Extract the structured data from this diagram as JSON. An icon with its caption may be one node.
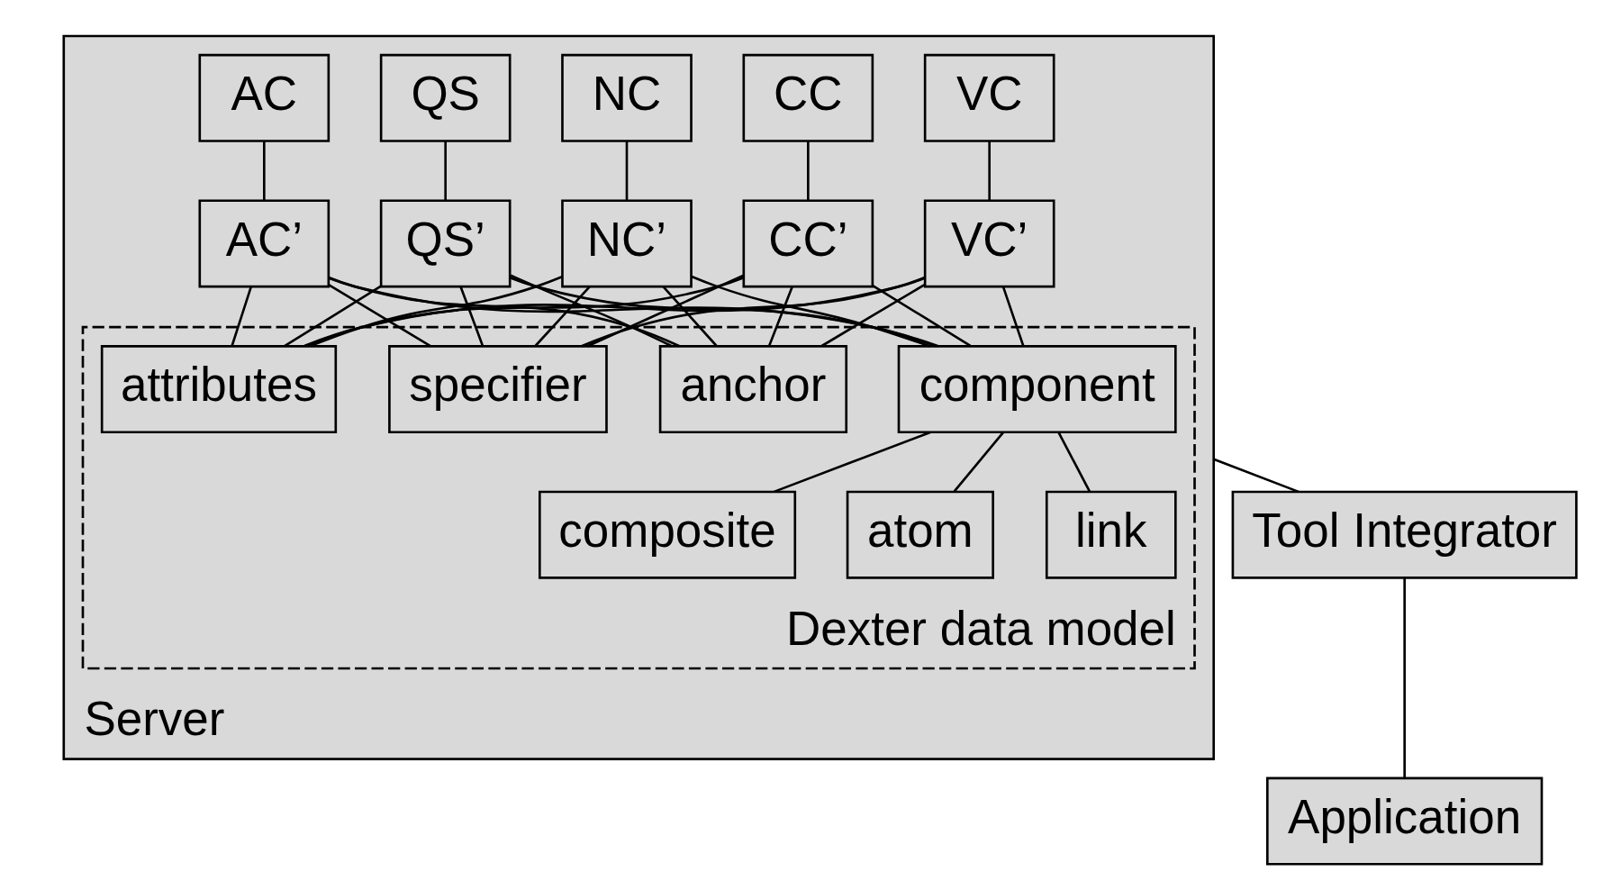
{
  "diagram": {
    "nodes": [
      {
        "text": [
          "Server"
        ]
      },
      {
        "text": [
          "Dexter data model"
        ],
        "in": 0
      },
      {
        "text": [
          "VC"
        ],
        "in": 0
      },
      {
        "text": [
          "CC"
        ],
        "in": 0
      },
      {
        "text": [
          "NC"
        ],
        "in": 0
      },
      {
        "text": [
          "QS"
        ],
        "in": 0
      },
      {
        "text": [
          "AC"
        ],
        "in": 0
      },
      {
        "text": [
          "VC’"
        ],
        "in": 0
      },
      {
        "text": [
          "CC’"
        ],
        "in": 0
      },
      {
        "text": [
          "NC’"
        ],
        "in": 0
      },
      {
        "text": [
          "QS’"
        ],
        "in": 0
      },
      {
        "text": [
          "AC’"
        ],
        "in": 0
      },
      {
        "text": [
          "component"
        ],
        "in": 1
      },
      {
        "text": [
          "anchor"
        ],
        "in": 1
      },
      {
        "text": [
          "specifier"
        ],
        "in": 1
      },
      {
        "text": [
          "attributes"
        ],
        "in": 1
      },
      {
        "text": [
          "atom"
        ],
        "in": 1
      },
      {
        "text": [
          "link"
        ],
        "in": 1
      },
      {
        "text": [
          "composite"
        ],
        "in": 1
      },
      {
        "text": [
          "Tool Integrator"
        ]
      },
      {
        "text": [
          "Application"
        ]
      }
    ],
    "edges": [
      {
        "from": 2,
        "to": 7,
        "arrow": "none"
      },
      {
        "from": 3,
        "to": 8,
        "arrow": "none"
      },
      {
        "from": 4,
        "to": 9,
        "arrow": "none"
      },
      {
        "from": 5,
        "to": 10,
        "arrow": "none"
      },
      {
        "from": 6,
        "to": 11,
        "arrow": "none"
      },
      {
        "from": 7,
        "to": 12,
        "arrow": "none"
      },
      {
        "from": 7,
        "to": 13,
        "arrow": "none"
      },
      {
        "from": 7,
        "to": 14,
        "arrow": "none"
      },
      {
        "from": 7,
        "to": 15,
        "arrow": "none"
      },
      {
        "from": 8,
        "to": 12,
        "arrow": "none"
      },
      {
        "from": 8,
        "to": 13,
        "arrow": "none"
      },
      {
        "from": 8,
        "to": 14,
        "arrow": "none"
      },
      {
        "from": 8,
        "to": 15,
        "arrow": "none"
      },
      {
        "from": 9,
        "to": 12,
        "arrow": "none"
      },
      {
        "from": 9,
        "to": 13,
        "arrow": "none"
      },
      {
        "from": 9,
        "to": 14,
        "arrow": "none"
      },
      {
        "from": 9,
        "to": 15,
        "arrow": "none"
      },
      {
        "from": 10,
        "to": 12,
        "arrow": "none"
      },
      {
        "from": 10,
        "to": 13,
        "arrow": "none"
      },
      {
        "from": 10,
        "to": 14,
        "arrow": "none"
      },
      {
        "from": 10,
        "to": 15,
        "arrow": "none"
      },
      {
        "from": 11,
        "to": 12,
        "arrow": "none"
      },
      {
        "from": 11,
        "to": 13,
        "arrow": "none"
      },
      {
        "from": 11,
        "to": 14,
        "arrow": "none"
      },
      {
        "from": 11,
        "to": 15,
        "arrow": "none"
      },
      {
        "from": 12,
        "to": 16,
        "arrow": "none"
      },
      {
        "from": 12,
        "to": 17,
        "arrow": "none"
      },
      {
        "from": 12,
        "to": 18,
        "arrow": "none"
      },
      {
        "from": 0,
        "to": 19,
        "arrow": "none"
      },
      {
        "from": 19,
        "to": 20,
        "arrow": "none"
      }
    ]
  }
}
